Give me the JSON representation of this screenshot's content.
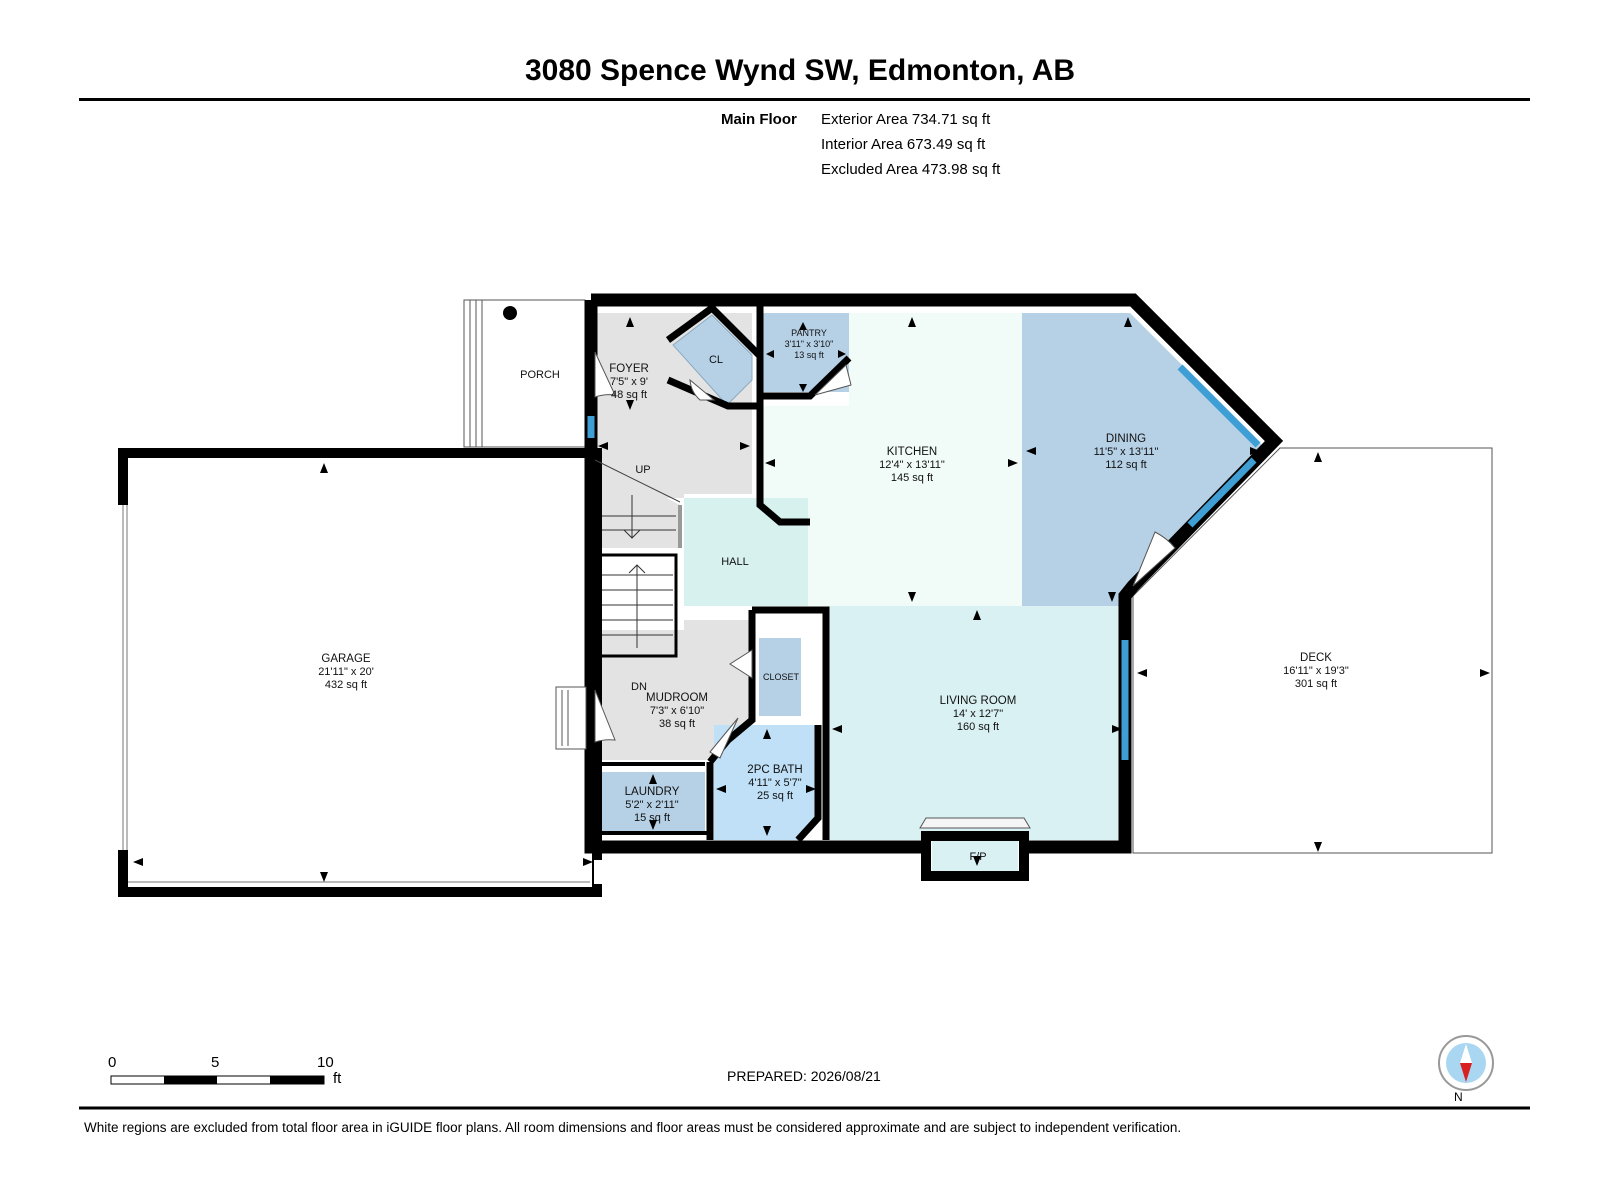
{
  "title": "3080 Spence Wynd SW, Edmonton, AB",
  "floor": {
    "name": "Main Floor",
    "exterior_area": "Exterior Area 734.71 sq ft",
    "interior_area": "Interior Area 673.49 sq ft",
    "excluded_area": "Excluded Area 473.98 sq ft"
  },
  "rooms": {
    "porch": {
      "name": "PORCH"
    },
    "foyer": {
      "name": "FOYER",
      "dims": "7'5\" x 9'",
      "area": "48 sq ft"
    },
    "cl": {
      "name": "CL"
    },
    "pantry": {
      "name": "PANTRY",
      "dims": "3'11\" x 3'10\"",
      "area": "13 sq ft"
    },
    "kitchen": {
      "name": "KITCHEN",
      "dims": "12'4\" x 13'11\"",
      "area": "145 sq ft"
    },
    "dining": {
      "name": "DINING",
      "dims": "11'5\" x 13'11\"",
      "area": "112 sq ft"
    },
    "hall": {
      "name": "HALL"
    },
    "up": "UP",
    "dn": "DN",
    "garage": {
      "name": "GARAGE",
      "dims": "21'11\" x 20'",
      "area": "432 sq ft"
    },
    "mudroom": {
      "name": "MUDROOM",
      "dims": "7'3\" x 6'10\"",
      "area": "38 sq ft"
    },
    "closet": {
      "name": "CLOSET"
    },
    "living": {
      "name": "LIVING ROOM",
      "dims": "14' x 12'7\"",
      "area": "160 sq ft"
    },
    "deck": {
      "name": "DECK",
      "dims": "16'11\" x 19'3\"",
      "area": "301 sq ft"
    },
    "bath": {
      "name": "2PC BATH",
      "dims": "4'11\" x 5'7\"",
      "area": "25 sq ft"
    },
    "laundry": {
      "name": "LAUNDRY",
      "dims": "5'2\" x 2'11\"",
      "area": "15 sq ft"
    },
    "fp": {
      "name": "F/P"
    }
  },
  "scale": {
    "zero": "0",
    "five": "5",
    "ten": "10",
    "unit": "ft"
  },
  "prepared": "PREPARED: 2026/08/21",
  "compass_label": "N",
  "disclaimer": "White regions are excluded from total floor area in iGUIDE floor plans. All room dimensions and floor areas must be considered approximate and are subject to independent verification.",
  "colors": {
    "wall": "#000000",
    "foyer_gray": "#e3e3e3",
    "closet_blue": "#b6d1e6",
    "kitchen": "#f1fbf8",
    "dining": "#b6d1e6",
    "hall": "#d7f1ef",
    "living": "#d9f1f3",
    "bath": "#bfe0f6",
    "window": "#3f9fd4"
  }
}
